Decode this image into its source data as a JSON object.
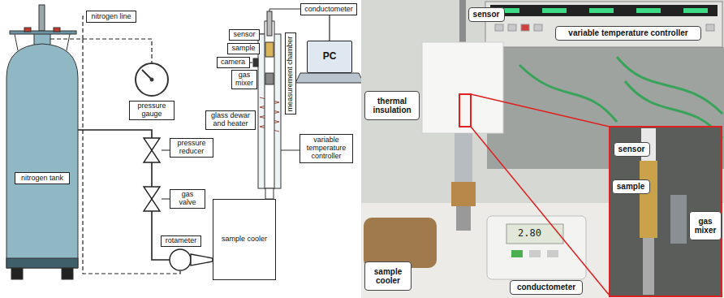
{
  "diagram": {
    "nodes": [
      {
        "text": [
          "nitrogen line"
        ]
      },
      {
        "text": [
          "nitrogen tank"
        ]
      },
      {
        "text": [
          "pressure gauge"
        ]
      },
      {
        "text": [
          "pressure reducer"
        ]
      },
      {
        "text": [
          "gas valve"
        ]
      },
      {
        "text": [
          "rotameter"
        ]
      },
      {
        "text": [
          "sensor"
        ]
      },
      {
        "text": [
          "sample"
        ]
      },
      {
        "text": [
          "camera"
        ]
      },
      {
        "text": [
          "gas mixer"
        ]
      },
      {
        "text": [
          "measurement chamber"
        ]
      },
      {
        "text": [
          "glass dewar and heater"
        ]
      },
      {
        "text": [
          "conductometer"
        ]
      },
      {
        "text": [
          "PC"
        ]
      },
      {
        "text": [
          "variable temperature controller"
        ]
      },
      {
        "text": [
          "sample cooler"
        ]
      },
      {
        "text": [
          "sensor"
        ]
      },
      {
        "text": [
          "thermal insulation"
        ]
      },
      {
        "text": [
          "variable temperature controller"
        ]
      },
      {
        "text": [
          "sensor"
        ]
      },
      {
        "text": [
          "sample"
        ]
      },
      {
        "text": [
          "gas mixer"
        ]
      },
      {
        "text": [
          "sample cooler"
        ]
      },
      {
        "text": [
          "conductometer"
        ]
      }
    ],
    "edges": [
      {
        "from": 12,
        "to": 13,
        "arrow": "none"
      }
    ],
    "labels": [
      "2.80"
    ]
  }
}
